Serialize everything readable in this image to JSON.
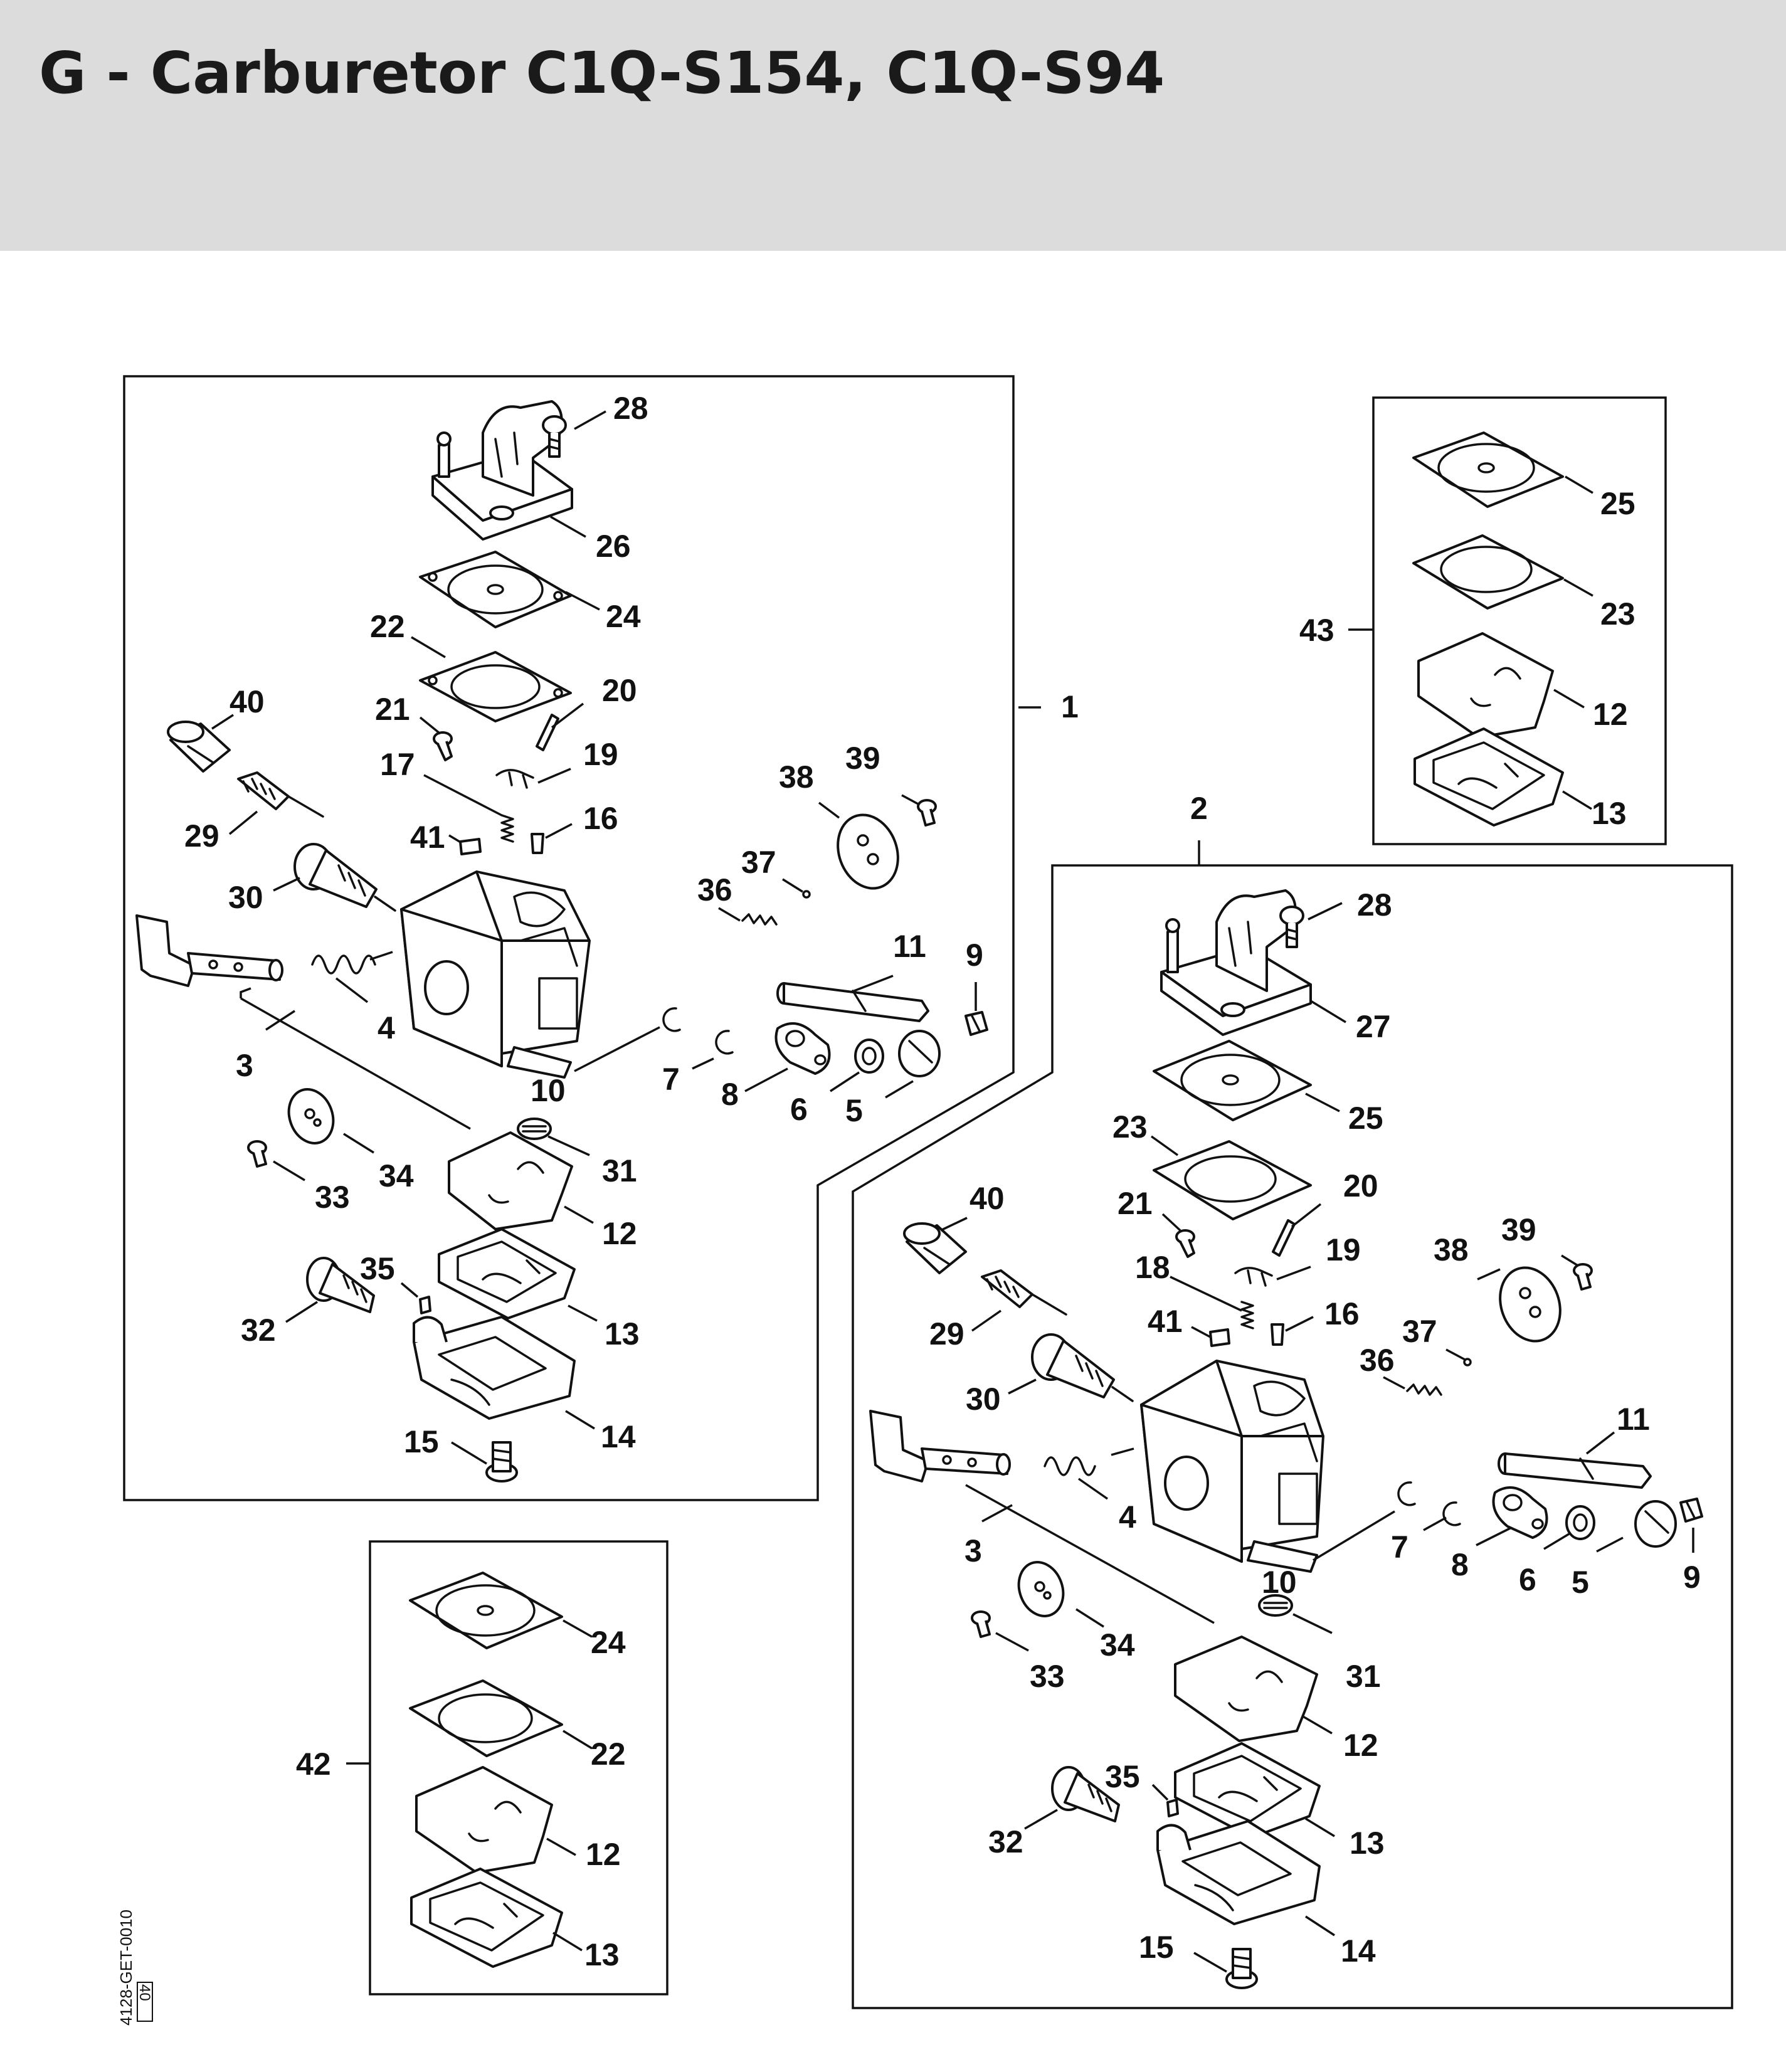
{
  "page": {
    "title": "G - Carburetor C1Q-S154, C1Q-S94",
    "doc_code": "4128-GET-0010",
    "page_number": "40"
  },
  "diagram": {
    "assembly_1": {
      "label": "1",
      "callouts": [
        "28",
        "26",
        "24",
        "22",
        "20",
        "21",
        "19",
        "17",
        "16",
        "41",
        "40",
        "29",
        "30",
        "4",
        "3",
        "10",
        "31",
        "34",
        "33",
        "12",
        "35",
        "32",
        "13",
        "14",
        "15",
        "38",
        "39",
        "37",
        "36",
        "11",
        "9",
        "7",
        "8",
        "6",
        "5"
      ]
    },
    "assembly_2": {
      "label": "2",
      "callouts": [
        "28",
        "27",
        "25",
        "23",
        "20",
        "21",
        "19",
        "18",
        "16",
        "41",
        "40",
        "29",
        "30",
        "4",
        "3",
        "10",
        "31",
        "34",
        "33",
        "12",
        "35",
        "32",
        "13",
        "14",
        "15",
        "38",
        "39",
        "37",
        "36",
        "11",
        "9",
        "7",
        "8",
        "6",
        "5"
      ]
    },
    "kit_42": {
      "label": "42",
      "callouts": [
        "24",
        "22",
        "12",
        "13"
      ]
    },
    "kit_43": {
      "label": "43",
      "callouts": [
        "25",
        "23",
        "12",
        "13"
      ]
    }
  }
}
